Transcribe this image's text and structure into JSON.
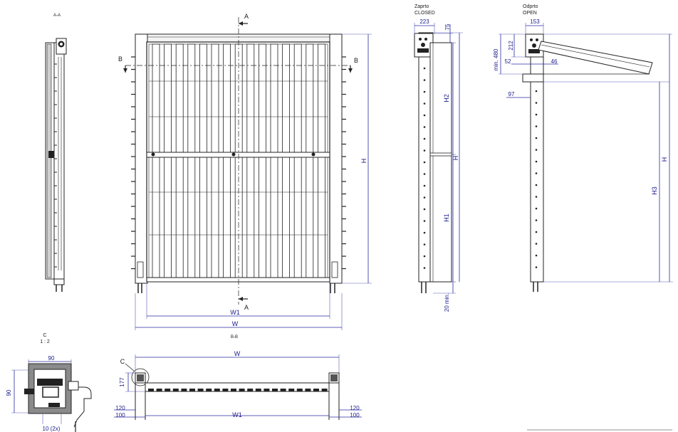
{
  "views": {
    "section_aa": {
      "title": "A-A"
    },
    "front": {
      "cut_a_top": "A",
      "cut_a_bottom": "A",
      "cut_b_left": "B",
      "cut_b_right": "B",
      "dim_w1": "W1",
      "dim_w": "W",
      "dim_h": "H"
    },
    "side_closed": {
      "title_line1": "Zaprto",
      "title_line2": "CLOSED",
      "dim_top_width": "223",
      "dim_top_height": "75",
      "dim_h2": "H2",
      "dim_h": "H",
      "dim_h1": "H1",
      "dim_bottom": "20 min."
    },
    "side_open": {
      "title_line1": "Odprto",
      "title_line2": "OPEN",
      "dim_top_width": "153",
      "dim_212": "212",
      "dim_min480": "min. 480",
      "dim_52": "52",
      "dim_46": "46",
      "dim_97": "97",
      "dim_h": "H",
      "dim_h3": "H3"
    },
    "detail_c": {
      "title": "C",
      "scale": "1 : 2",
      "dim_width": "90",
      "dim_height": "90",
      "dim_bottom": "10 (2x)"
    },
    "section_bb": {
      "title": "B-B",
      "detail_ref": "C",
      "dim_w": "W",
      "dim_w1": "W1",
      "dim_177": "177",
      "dim_left_120": "120",
      "dim_left_100": "100",
      "dim_right_120": "120",
      "dim_right_100": "100"
    }
  },
  "colors": {
    "line": "#222222",
    "dimension": "#2a2aa0",
    "background": "#ffffff"
  }
}
